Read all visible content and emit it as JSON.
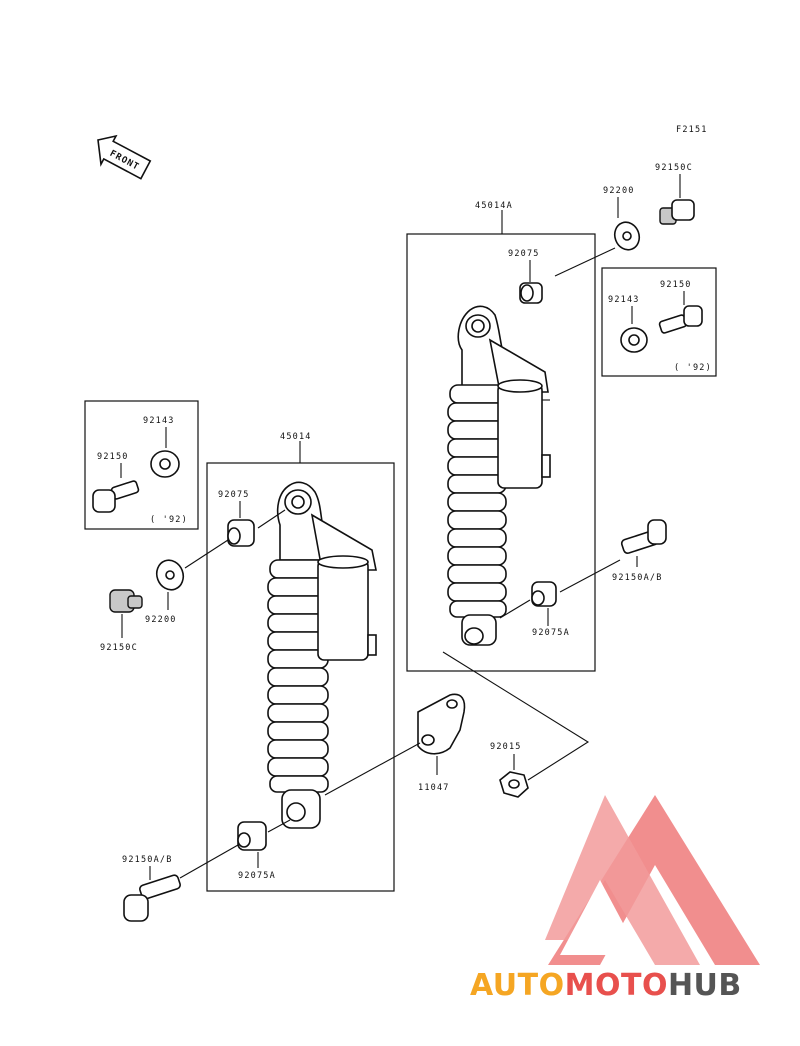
{
  "diagram": {
    "ref_code": "F2151",
    "front_badge": "FRONT",
    "year_note": "( '92)",
    "labels": {
      "right_shock": "45014A",
      "left_shock": "45014",
      "r_washer": "92200",
      "r_bolt_c": "92150C",
      "r_bush_top": "92075",
      "r_inset_grommet": "92143",
      "r_inset_bolt": "92150",
      "r_bolt_ab": "92150A/B",
      "r_bush_bottom": "92075A",
      "l_inset_grommet": "92143",
      "l_inset_bolt": "92150",
      "l_bush_top": "92075",
      "l_washer": "92200",
      "l_bolt_c": "92150C",
      "bracket": "11047",
      "nut": "92015",
      "l_bolt_ab": "92150A/B",
      "l_bush_bottom": "92075A"
    }
  },
  "watermark": {
    "part1": "AUTO",
    "part2": "MOTO",
    "part3": "HUB",
    "colors": {
      "orange": "#f5a623",
      "red": "#e8504d",
      "gray": "#555555",
      "logo_red": "#ef6b6b"
    }
  }
}
